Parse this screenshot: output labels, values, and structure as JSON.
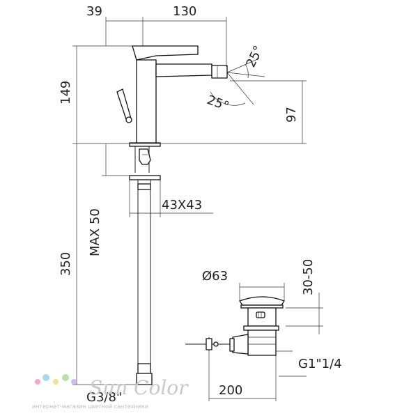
{
  "dimensions": {
    "d39": "39",
    "d130": "130",
    "d149": "149",
    "d97": "97",
    "d25a": "25°",
    "d25b": "25°",
    "d43x43": "43X43",
    "dmax50": "MAX 50",
    "d350": "350",
    "dphi63": "Ø63",
    "d3050": "30-50",
    "dg114": "G1\"1/4",
    "dg38": "G3/8\"",
    "d200": "200"
  },
  "watermark": {
    "brand": "Sun Color",
    "tagline": "интернет-магазин цветной сантехники"
  },
  "colors": {
    "line": "#222222",
    "watermark": "#c8c8c8",
    "dots": [
      "#f7a8c8",
      "#a8d8f0",
      "#f0e090",
      "#b8e0a8",
      "#d0b8f0"
    ]
  }
}
